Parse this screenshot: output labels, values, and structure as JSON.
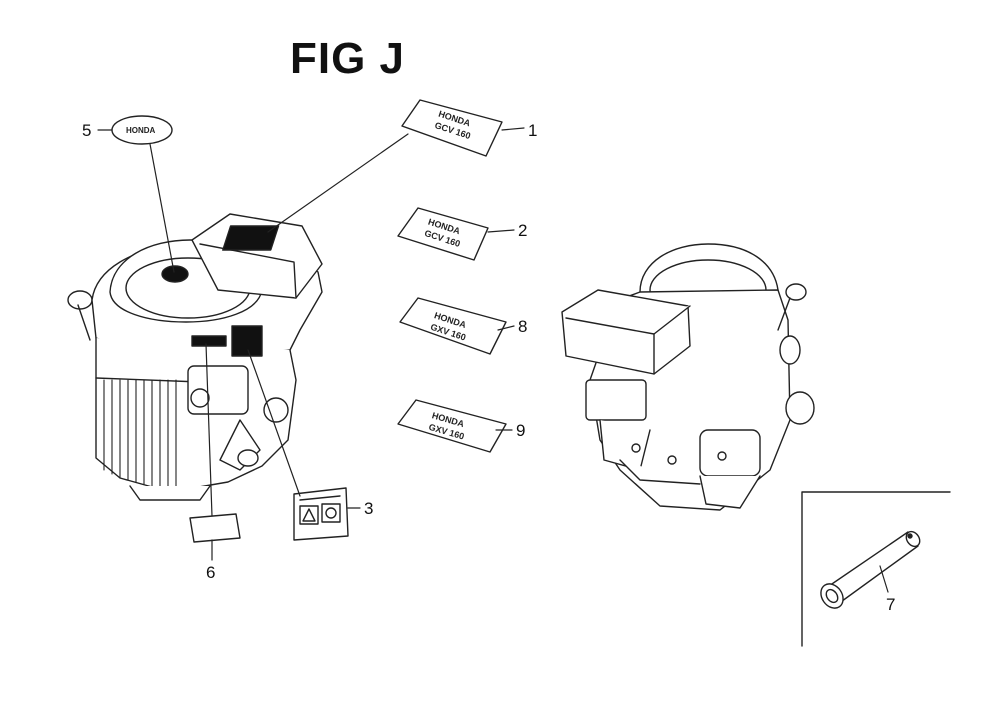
{
  "figure": {
    "title": "FIG J"
  },
  "callouts": [
    {
      "id": "c1",
      "label": "1"
    },
    {
      "id": "c2",
      "label": "2"
    },
    {
      "id": "c3",
      "label": "3"
    },
    {
      "id": "c5",
      "label": "5"
    },
    {
      "id": "c6",
      "label": "6"
    },
    {
      "id": "c7",
      "label": "7"
    },
    {
      "id": "c8",
      "label": "8"
    },
    {
      "id": "c9",
      "label": "9"
    }
  ],
  "decals": {
    "emblem": "HONDA",
    "decal_1": [
      "HONDA",
      "GCV 160"
    ],
    "decal_2": [
      "HONDA",
      "GCV 160"
    ],
    "decal_8": [
      "HONDA",
      "GXV 160"
    ],
    "decal_9": [
      "HONDA",
      "GXV 160"
    ]
  },
  "icons": [
    "engine-left-illustration",
    "engine-right-illustration",
    "decal-icon",
    "wrench-icon",
    "emblem-icon",
    "caution-label-icon"
  ]
}
